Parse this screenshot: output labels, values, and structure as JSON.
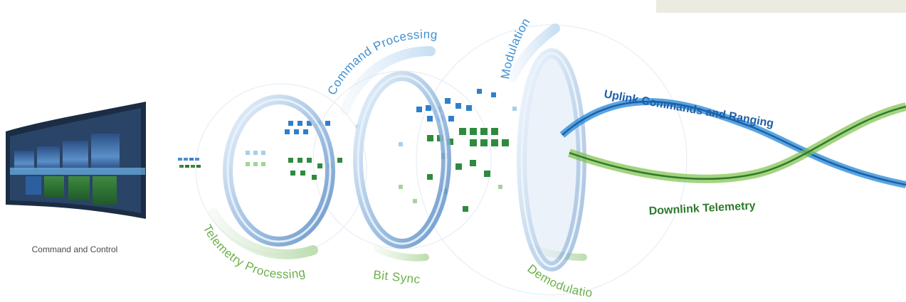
{
  "caption": "Command and Control",
  "arc_labels": {
    "command_processing": "Command Processing",
    "modulation": "Modulation",
    "telemetry_processing": "Telemetry Processing",
    "bit_sync": "Bit Sync",
    "demodulation": "Demodulation"
  },
  "wave_labels": {
    "uplink": "Uplink Commands and Ranging",
    "downlink": "Downlink Telemetry"
  },
  "colors": {
    "uplink_blue": "#1e5fa8",
    "downlink_green": "#2d7a2d",
    "arc_blue": "#3f8fd0",
    "arc_green": "#6bb04a",
    "corner_panel": "#ecebe2"
  },
  "icons": [
    "control-room-monitor-icon"
  ]
}
